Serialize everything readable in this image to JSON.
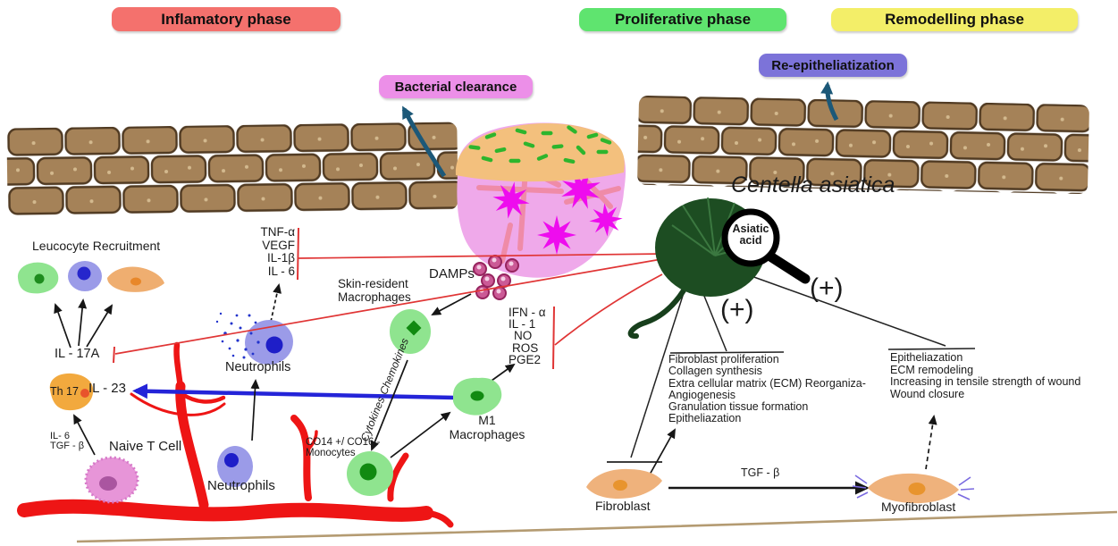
{
  "phases": [
    {
      "id": "inflammatory",
      "label": "Inflamatory phase",
      "color": "#f4716d"
    },
    {
      "id": "proliferative",
      "label": "Proliferative phase",
      "color": "#5fe46f"
    },
    {
      "id": "remodelling",
      "label": "Remodelling phase",
      "color": "#f3ee68"
    }
  ],
  "badges": {
    "bacterial_clearance": {
      "label": "Bacterial clearance",
      "color": "#ec8fe8"
    },
    "re_epithelialization": {
      "label": "Re-epitheliatization",
      "color": "#7c73d9"
    }
  },
  "plant": {
    "species": "Centella asiatica",
    "magnifier_label_line1": "Asiatic",
    "magnifier_label_line2": "acid",
    "plus_left": "(+)",
    "plus_right": "(+)"
  },
  "left_pathway": {
    "leucocyte_recruitment": "Leucocyte Recruitment",
    "il_17a": "IL - 17A",
    "th17": "Th 17",
    "il_23": "IL - 23",
    "il_6": "IL- 6",
    "tgf_b": "TGF - β",
    "naive_t_cell": "Naive T Cell",
    "neutrophils_upper": "Neutrophils",
    "neutrophils_lower": "Neutrophils",
    "tnf_list": [
      "TNF-α",
      "VEGF",
      "IL-1β",
      "IL - 6"
    ],
    "skin_resident_macrophages": [
      "Skin-resident",
      "Macrophages"
    ],
    "damps": "DAMPs",
    "ifn_list": [
      "IFN - α",
      "IL - 1",
      "NO",
      "ROS",
      "PGE2"
    ],
    "m1_macrophages": [
      "M1",
      "Macrophages"
    ],
    "cytokines": "Cytokines",
    "chemokines": "Chemokines",
    "monocytes": [
      "CO14 +/ CO16 -",
      "Monocytes"
    ]
  },
  "proliferative_effects": [
    "Fibroblast proliferation",
    "Collagen synthesis",
    "Extra cellular matrix (ECM) Reorganiza-",
    "Angiogenesis",
    "Granulation tissue formation",
    "Epitheliazation"
  ],
  "remodelling_effects": [
    "Epitheliazation",
    "ECM remodeling",
    "Increasing in tensile strength of wound",
    "Wound closure"
  ],
  "bottom_pathway": {
    "fibroblast": "Fibroblast",
    "tgf_b": "TGF - β",
    "myofibroblast": "Myofibroblast"
  },
  "colors": {
    "phase_inflammatory": "#f4716d",
    "phase_proliferative": "#5fe46f",
    "phase_remodelling": "#f3ee68",
    "badge_bacterial": "#ec8fe8",
    "badge_reepithelialization": "#7c73d9",
    "skin_cell": "#a58258",
    "wound_bed": "#efa9ea",
    "scab": "#f3c07d",
    "bacteria": "#2db52d",
    "vessel": "#ee1515",
    "leaf": "#1d4d22",
    "macrophage_green": "#8fe48f",
    "neutrophil_blue": "#9b9be8",
    "fibroblast_orange": "#efb27c",
    "inhibition_line": "#e03535",
    "il23_arrow": "#2424d8",
    "teal_arrow": "#1c5878"
  }
}
